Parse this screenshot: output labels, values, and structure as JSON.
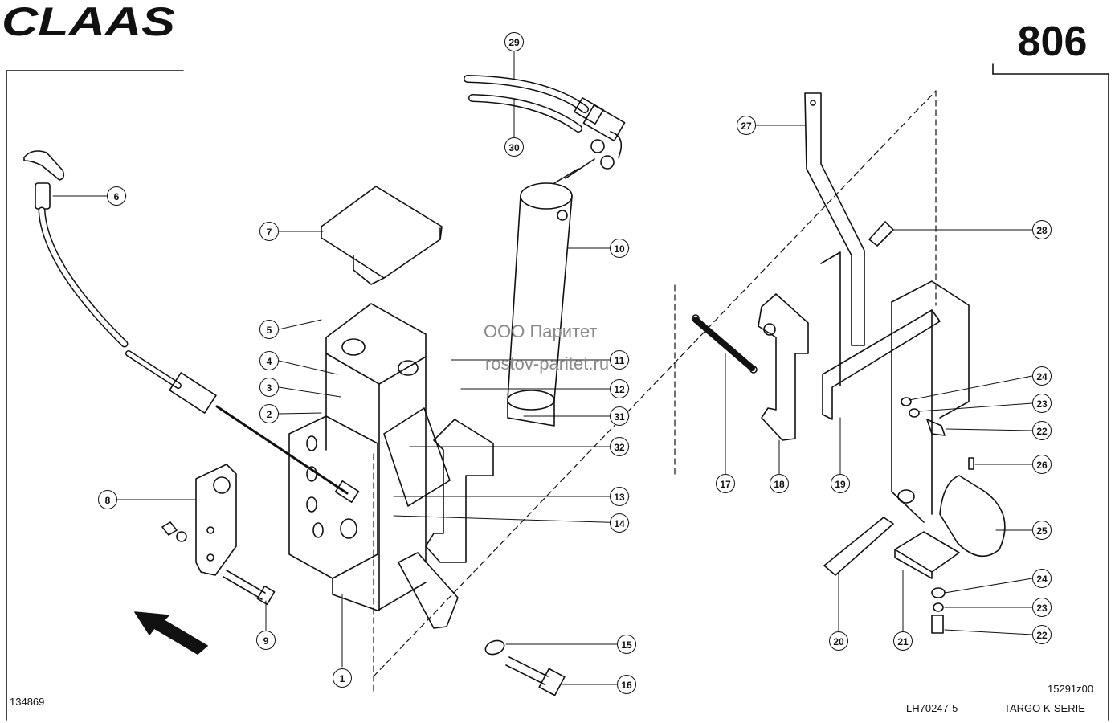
{
  "header": {
    "brand": "CLAAS",
    "page_number": "806"
  },
  "footer": {
    "left_code": "134869",
    "drawing_no": "LH70247-5",
    "sheet_code": "15291z00",
    "series": "TARGO K-SERIE"
  },
  "watermark": {
    "line1": "ООО Паритет",
    "line2": "rostov-paritet.ru"
  },
  "callouts": [
    {
      "id": "c1",
      "label": "1"
    },
    {
      "id": "c2",
      "label": "2"
    },
    {
      "id": "c3",
      "label": "3"
    },
    {
      "id": "c4",
      "label": "4"
    },
    {
      "id": "c5",
      "label": "5"
    },
    {
      "id": "c6",
      "label": "6"
    },
    {
      "id": "c7",
      "label": "7"
    },
    {
      "id": "c8",
      "label": "8"
    },
    {
      "id": "c9",
      "label": "9"
    },
    {
      "id": "c10",
      "label": "10"
    },
    {
      "id": "c11",
      "label": "11"
    },
    {
      "id": "c12",
      "label": "12"
    },
    {
      "id": "c13",
      "label": "13"
    },
    {
      "id": "c14",
      "label": "14"
    },
    {
      "id": "c15",
      "label": "15"
    },
    {
      "id": "c16",
      "label": "16"
    },
    {
      "id": "c17",
      "label": "17"
    },
    {
      "id": "c18",
      "label": "18"
    },
    {
      "id": "c19",
      "label": "19"
    },
    {
      "id": "c20",
      "label": "20"
    },
    {
      "id": "c21",
      "label": "21"
    },
    {
      "id": "c22a",
      "label": "22"
    },
    {
      "id": "c22b",
      "label": "22"
    },
    {
      "id": "c23a",
      "label": "23"
    },
    {
      "id": "c23b",
      "label": "23"
    },
    {
      "id": "c24a",
      "label": "24"
    },
    {
      "id": "c24b",
      "label": "24"
    },
    {
      "id": "c25",
      "label": "25"
    },
    {
      "id": "c26",
      "label": "26"
    },
    {
      "id": "c27",
      "label": "27"
    },
    {
      "id": "c28",
      "label": "28"
    },
    {
      "id": "c29",
      "label": "29"
    },
    {
      "id": "c30",
      "label": "30"
    },
    {
      "id": "c31",
      "label": "31"
    },
    {
      "id": "c32",
      "label": "32"
    }
  ]
}
